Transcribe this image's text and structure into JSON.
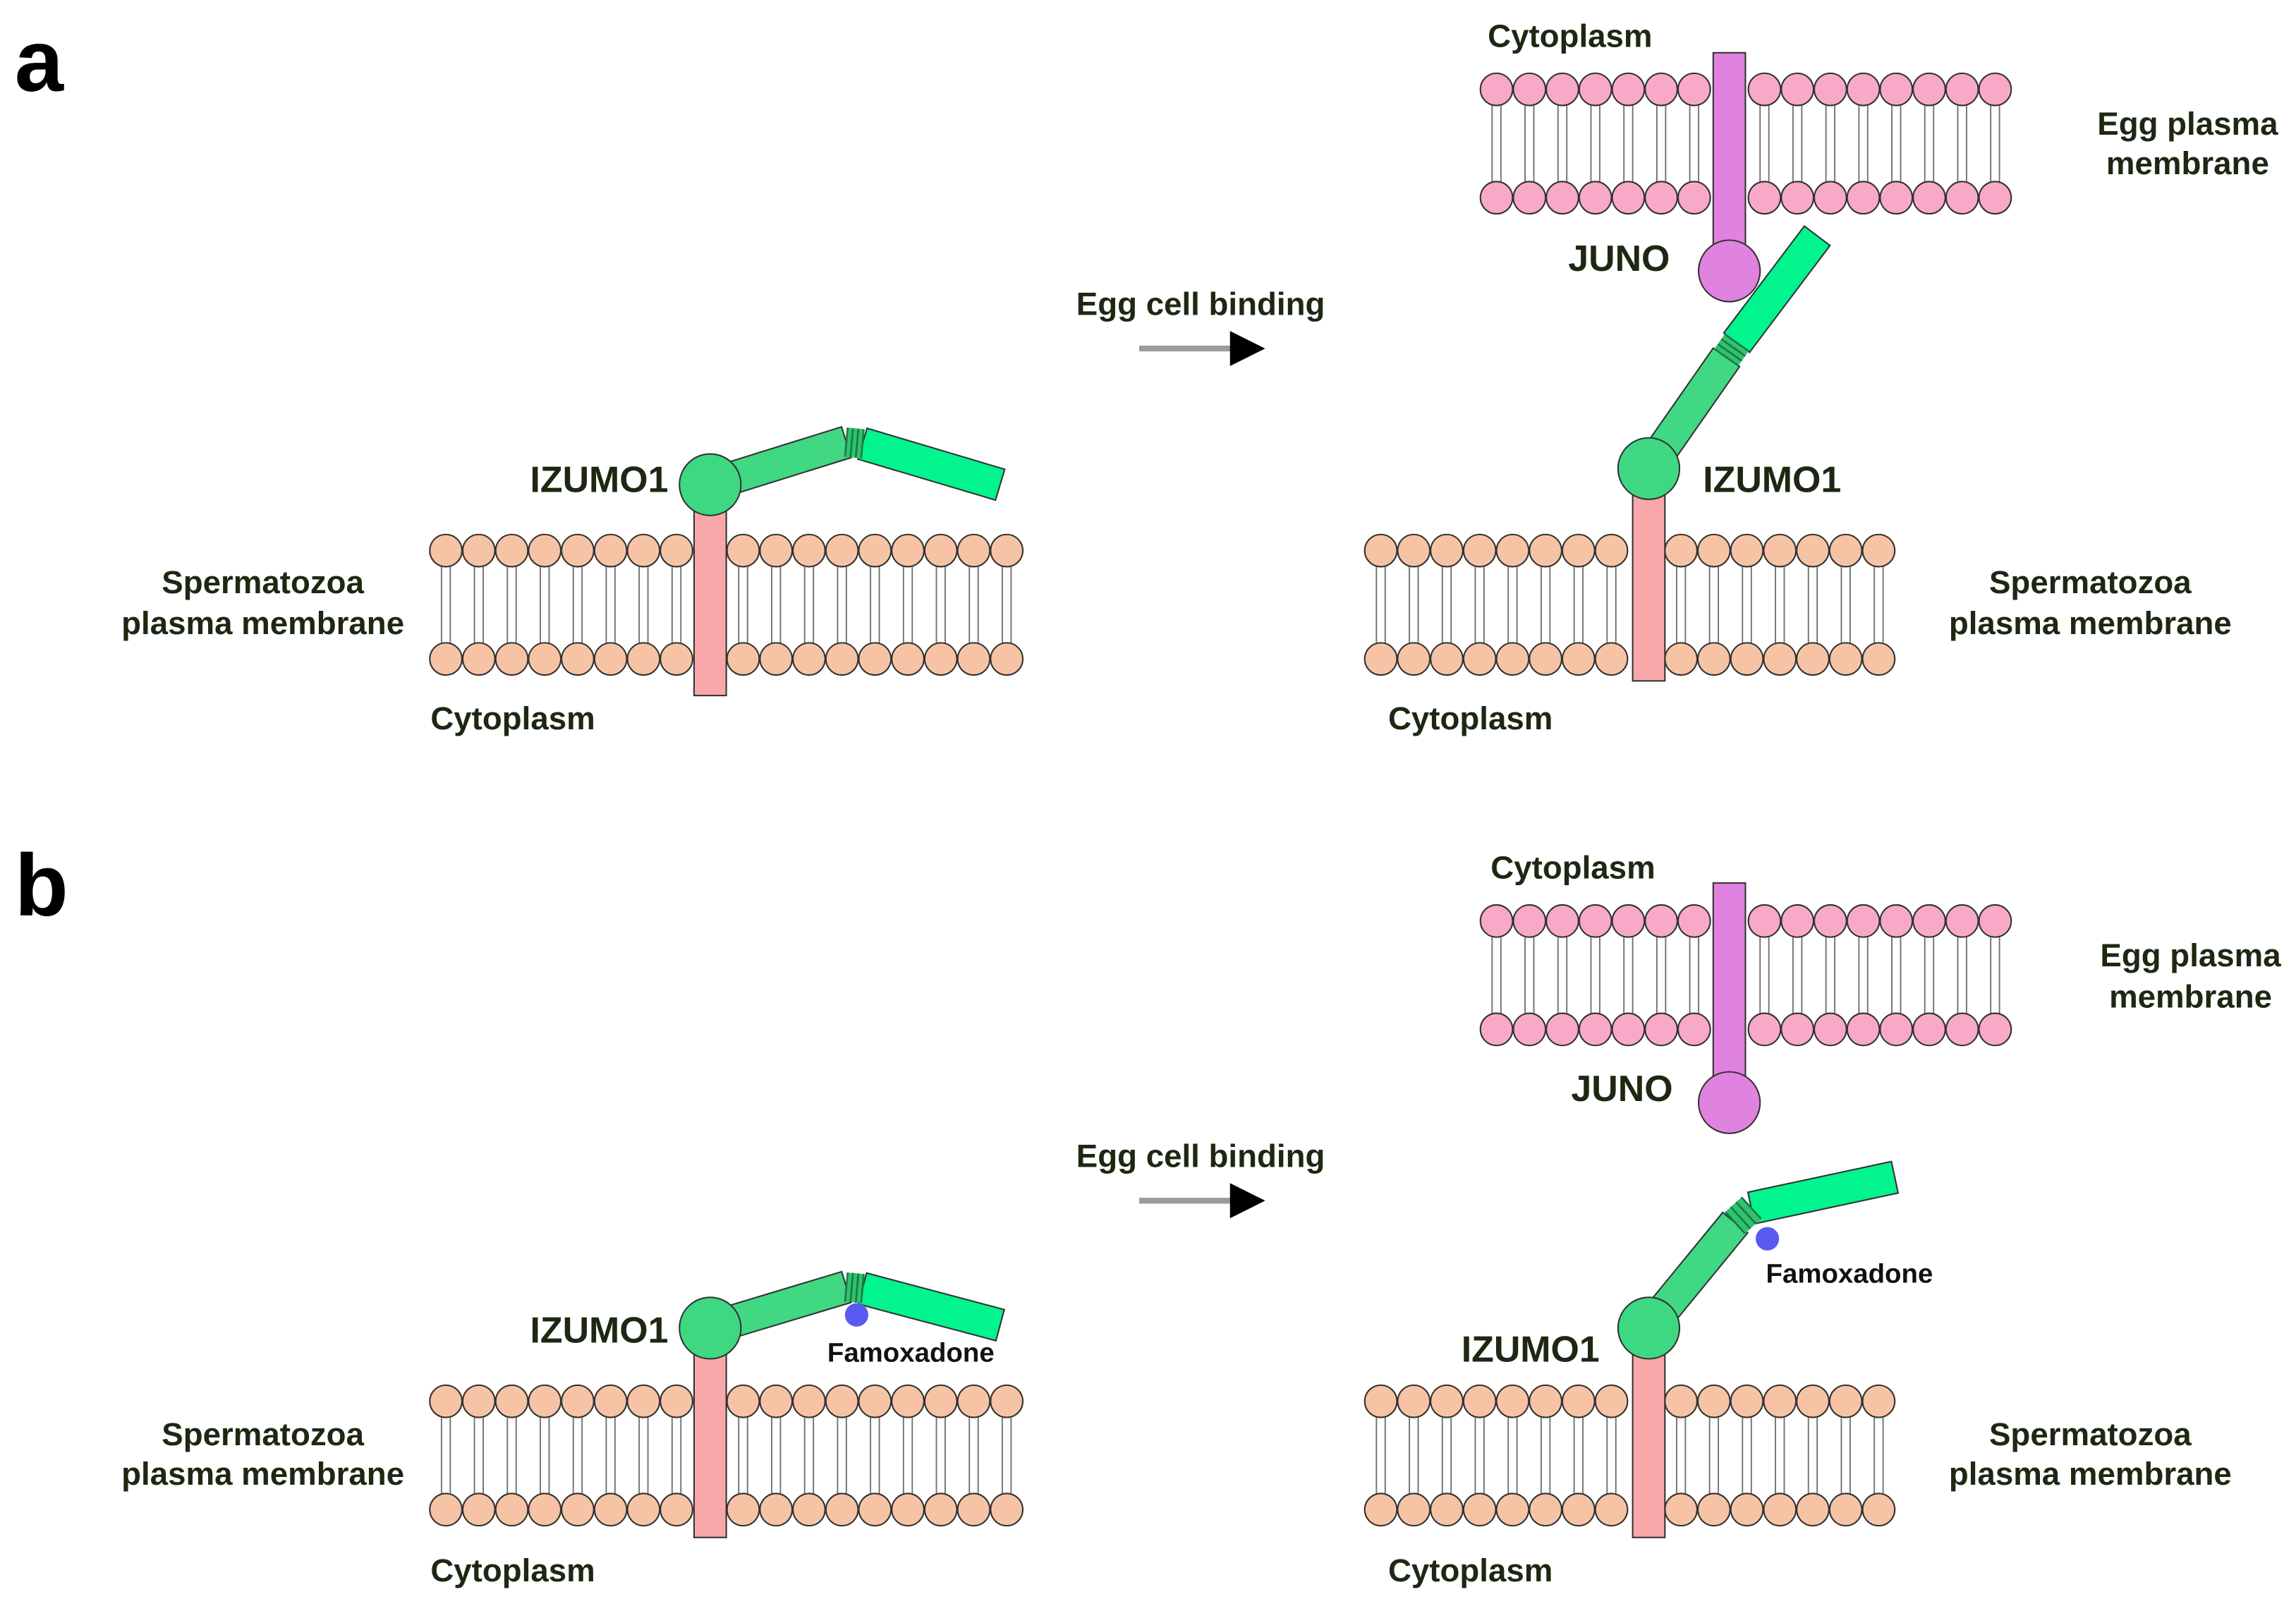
{
  "panels": {
    "a": {
      "label": "a",
      "before": {
        "izumo1_label": "IZUMO1",
        "sperm_membrane_label": [
          "Spermatozoa",
          "plasma membrane"
        ],
        "sperm_cytoplasm_label": "Cytoplasm"
      },
      "transition": {
        "label": "Egg cell binding"
      },
      "after": {
        "egg_cytoplasm_label": "Cytoplasm",
        "egg_membrane_label": [
          "Egg plasma",
          "membrane"
        ],
        "juno_label": "JUNO",
        "izumo1_label": "IZUMO1",
        "sperm_membrane_label": [
          "Spermatozoa",
          "plasma membrane"
        ],
        "sperm_cytoplasm_label": "Cytoplasm"
      }
    },
    "b": {
      "label": "b",
      "before": {
        "izumo1_label": "IZUMO1",
        "famoxadone_label": "Famoxadone",
        "sperm_membrane_label": [
          "Spermatozoa",
          "plasma membrane"
        ],
        "sperm_cytoplasm_label": "Cytoplasm"
      },
      "transition": {
        "label": "Egg cell binding"
      },
      "after": {
        "egg_cytoplasm_label": "Cytoplasm",
        "egg_membrane_label": [
          "Egg plasma",
          "membrane"
        ],
        "juno_label": "JUNO",
        "izumo1_label": "IZUMO1",
        "famoxadone_label": "Famoxadone",
        "sperm_membrane_label": [
          "Spermatozoa",
          "plasma membrane"
        ],
        "sperm_cytoplasm_label": "Cytoplasm"
      }
    }
  },
  "colors": {
    "background": "#ffffff",
    "text": "#1d2812",
    "outline": "#333333",
    "sperm_lipid_head": "#f6c4a5",
    "egg_lipid_head": "#f8a9c8",
    "lipid_tail": "#707070",
    "izumo1_transmembrane": "#f8a8a8",
    "izumo1_head": "#3ed882",
    "izumo1_domain_1": "#40d883",
    "izumo1_hinge": "#2fc36f",
    "izumo1_domain_2": "#02f48f",
    "juno": "#e082e0",
    "famoxadone": "#5a5af0",
    "arrow_shaft": "#9b9b9b",
    "arrow_head": "#000000"
  }
}
